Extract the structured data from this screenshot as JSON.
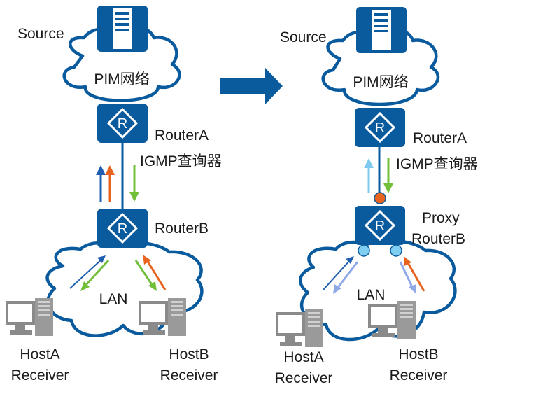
{
  "colors": {
    "device_blue": "#0a5a9e",
    "cloud_stroke": "#0a5a9e",
    "arrow_dark_blue": "#1f5fb0",
    "arrow_light_blue": "#7fc8ef",
    "arrow_orange": "#e8641e",
    "arrow_green": "#72bf3a",
    "arrow_periwinkle": "#8ea8e8",
    "proxy_port_orange": "#e8641e",
    "proxy_port_cyan": "#7fd0f0",
    "host_gray": "#8a8a8a"
  },
  "transition_arrow_icon": "right-arrow-icon",
  "left": {
    "source_label": "Source",
    "network_label": "PIM网络",
    "router_a_label": "RouterA",
    "querier_label": "IGMP查询器",
    "router_b_label": "RouterB",
    "lan_label": "LAN",
    "host_a_name": "HostA",
    "host_a_role": "Receiver",
    "host_b_name": "HostB",
    "host_b_role": "Receiver"
  },
  "right": {
    "source_label": "Source",
    "network_label": "PIM网络",
    "router_a_label": "RouterA",
    "querier_label": "IGMP查询器",
    "proxy_label": "Proxy",
    "router_b_label": "RouterB",
    "lan_label": "LAN",
    "host_a_name": "HostA",
    "host_a_role": "Receiver",
    "host_b_name": "HostB",
    "host_b_role": "Receiver"
  }
}
